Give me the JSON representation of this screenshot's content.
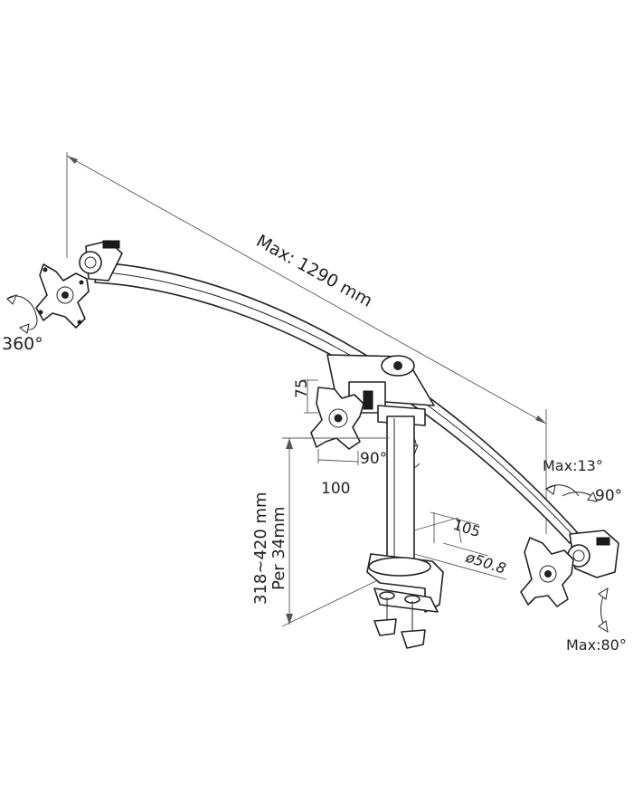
{
  "diagram": {
    "labels": {
      "max_length": "Max: 1290 mm",
      "rotation": "360°",
      "vesa_height": "75",
      "vesa_width": "100",
      "swivel_center": "90°",
      "pole_height_line1": "318~420 mm",
      "pole_height_line2": "Per 34mm",
      "pole_offset": "105",
      "pole_diameter": "ø50.8",
      "tilt_up": "Max:13°",
      "swivel_right": "90°",
      "tilt_down": "Max:80°"
    },
    "colors": {
      "line": "#222222",
      "dimension": "#555555",
      "background": "#ffffff"
    }
  }
}
